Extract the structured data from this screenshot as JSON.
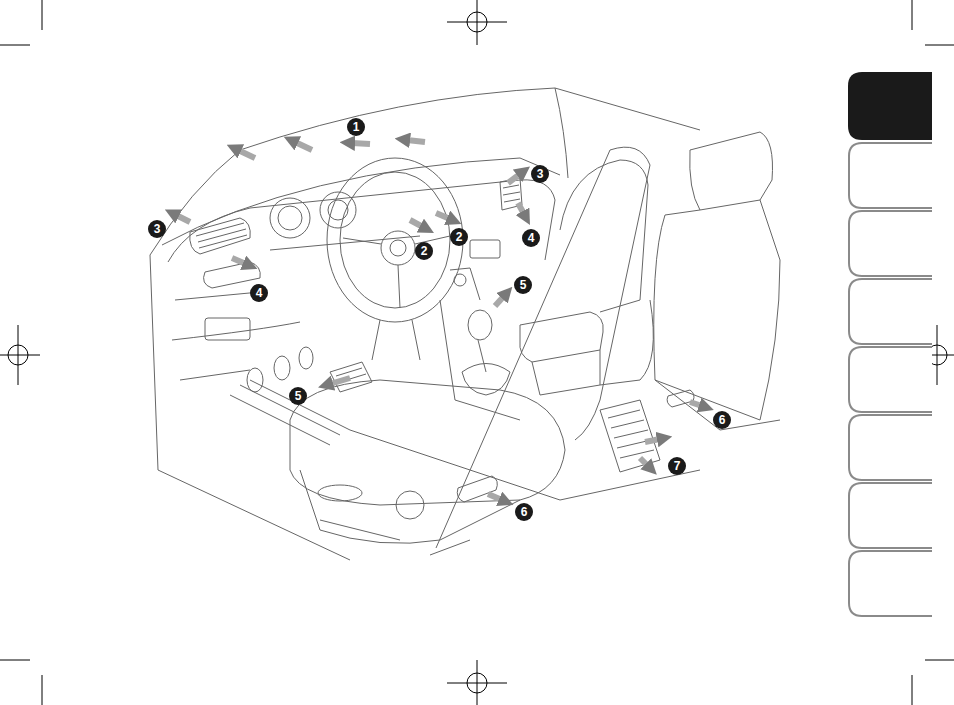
{
  "diagram": {
    "labels": [
      "1",
      "3",
      "3",
      "2",
      "2",
      "4",
      "4",
      "5",
      "5",
      "6",
      "7",
      "6"
    ]
  }
}
